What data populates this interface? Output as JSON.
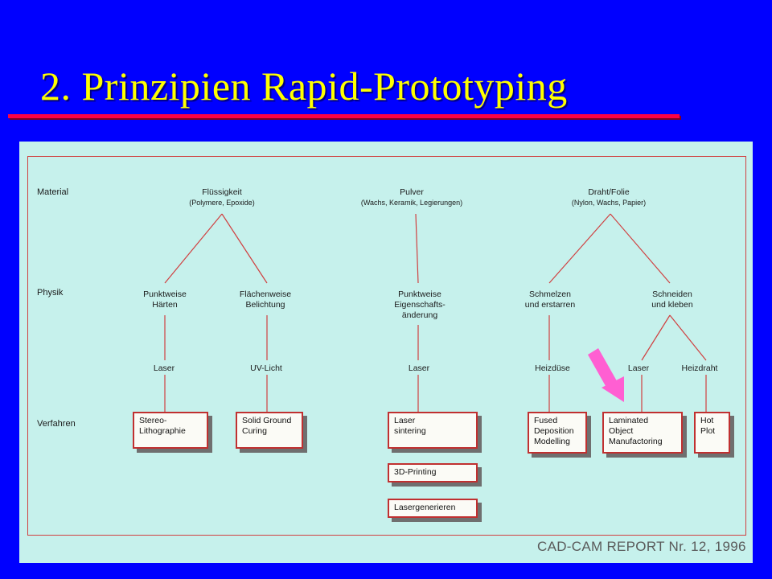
{
  "title": "2.  Prinzipien Rapid-Prototyping",
  "row_labels": {
    "material": "Material",
    "physik": "Physik",
    "verfahren": "Verfahren"
  },
  "materials": {
    "liquid": {
      "name": "Flüssigkeit",
      "sub": "(Polymere,  Epoxide)"
    },
    "powder": {
      "name": "Pulver",
      "sub": "(Wachs, Keramik, Legierungen)"
    },
    "wire": {
      "name": "Draht/Folie",
      "sub": "(Nylon, Wachs, Papier)"
    }
  },
  "physics": {
    "punktweise_haerten": "Punktweise\nHärten",
    "flaechenweise": "Flächenweise\nBelichtung",
    "eigenschaft": "Punktweise\nEigenschafts-\nänderung",
    "schmelzen": "Schmelzen\nund erstarren",
    "schneiden": "Schneiden\nund kleben"
  },
  "tools": {
    "laser1": "Laser",
    "uv": "UV-Licht",
    "laser2": "Laser",
    "heizduese": "Heizdüse",
    "laser3": "Laser",
    "heizdraht": "Heizdraht"
  },
  "processes": {
    "stereo": "Stereo-\nLithographie",
    "sgc": "Solid Ground\nCuring",
    "sintering": "Laser\nsintering",
    "printing3d": "3D-Printing",
    "lasergen": "Lasergenerieren",
    "fdm": "Fused\nDeposition\nModelling",
    "lom": "Laminated\nObject\nManufactoring",
    "hotplot": "Hot\nPlot"
  },
  "footer": "CAD-CAM REPORT Nr. 12, 1996",
  "colors": {
    "background": "#0000ff",
    "title": "#ffff00",
    "rule": "#ff0044",
    "panel": "#c6f1ec",
    "line": "#d04040",
    "arrow": "#ff5fd2"
  },
  "icons": {
    "highlight": "arrow-down-right"
  }
}
